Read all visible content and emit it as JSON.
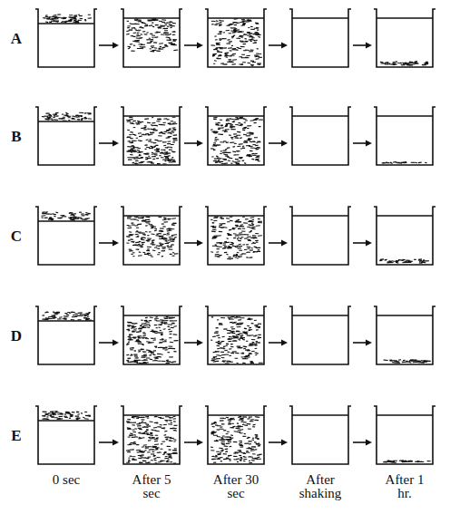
{
  "diagram": {
    "labels": [
      "A",
      "B",
      "C",
      "D",
      "E",
      "0 sec",
      "After 5 sec",
      "After 30 sec",
      "After shaking",
      "After 1 hr."
    ]
  }
}
